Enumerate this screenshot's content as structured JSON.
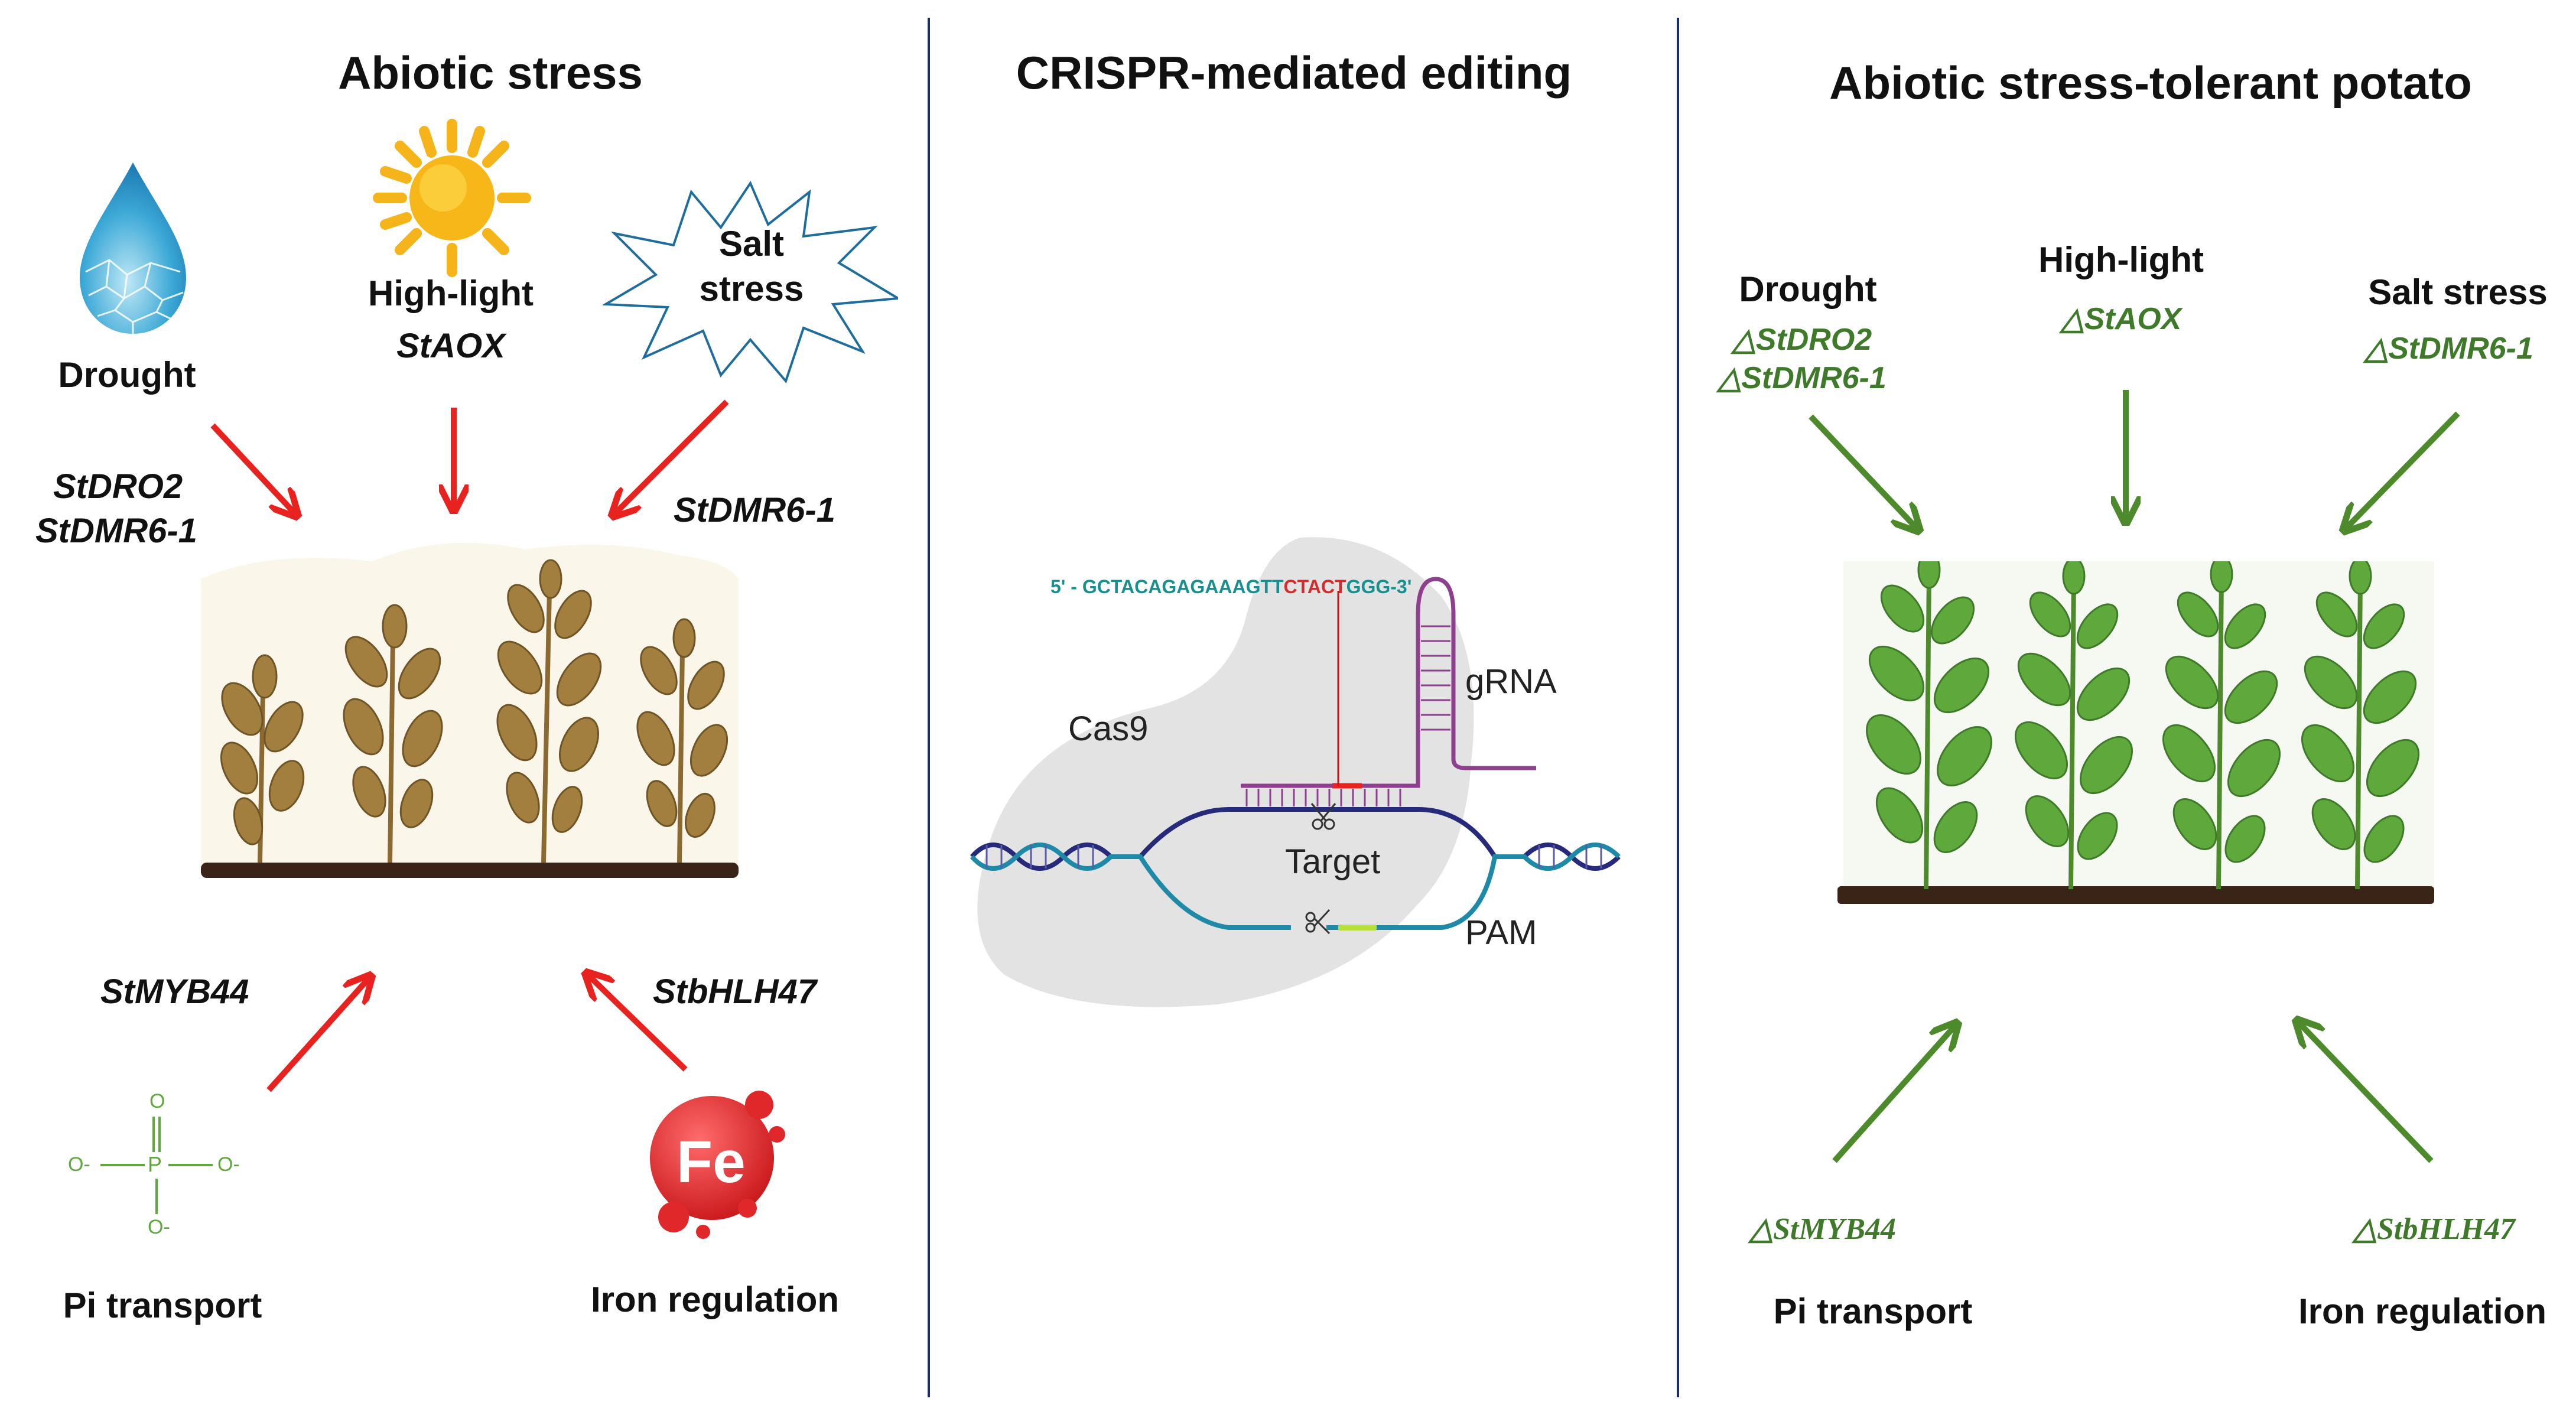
{
  "panels": {
    "left": {
      "title": "Abiotic stress",
      "drought": "Drought",
      "highlight": "High-light",
      "highlight_gene": "StAOX",
      "salt": "Salt\nstress",
      "drought_genes": [
        "StDRO2",
        "StDMR6-1"
      ],
      "salt_gene": "StDMR6-1",
      "pi_gene": "StMYB44",
      "iron_gene": "StbHLH47",
      "pi_label": "Pi transport",
      "iron_label": "Iron regulation",
      "fe_symbol": "Fe",
      "phosphate": {
        "p": "P",
        "o_top": "O",
        "o_left": "O-",
        "o_right": "O-",
        "o_bottom": "O-"
      }
    },
    "middle": {
      "title": "CRISPR-mediated editing",
      "seq_prefix": "5' - GCTACAGAGAAAGTT",
      "seq_highlight": "CTACT",
      "seq_suffix": "GGG-3'",
      "cas9": "Cas9",
      "grna": "gRNA",
      "target": "Target",
      "pam": "PAM"
    },
    "right": {
      "title": "Abiotic stress-tolerant potato",
      "drought": "Drought",
      "drought_genes": [
        "△StDRO2",
        "△StDMR6-1"
      ],
      "highlight": "High-light",
      "highlight_gene": "△StAOX",
      "salt": "Salt stress",
      "salt_gene": "△StDMR6-1",
      "pi_gene": "△StMYB44",
      "iron_gene": "△StbHLH47",
      "pi_label": "Pi transport",
      "iron_label": "Iron regulation"
    }
  },
  "colors": {
    "red_arrow": "#e8231f",
    "green_arrow": "#4c8a2c",
    "divider": "#1c2b6e",
    "withered": "#9b7a3d",
    "healthy": "#5fa83c",
    "soil": "#3a2418",
    "cas9_blob": "#e3e3e3",
    "grna": "#8e3f8e",
    "dna_dark": "#252a7a",
    "dna_teal": "#1f8aa8",
    "pam": "#b8e03a"
  },
  "icons": [
    "water-drop-icon",
    "sun-icon",
    "salt-burst-icon",
    "phosphate-icon",
    "iron-icon",
    "scissors-icon"
  ]
}
